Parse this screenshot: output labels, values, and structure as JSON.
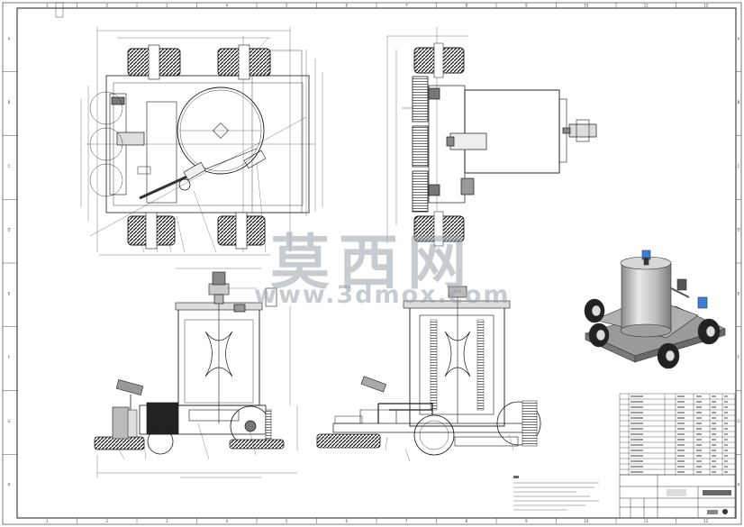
{
  "watermark": {
    "text_cn": "莫西网",
    "url": "www.3dmox.com"
  },
  "drawing": {
    "line_color": "#1a1a1a",
    "dim_color": "#555555",
    "accent_blue": "#3a7fd0",
    "body_gray": "#c8c8c8"
  },
  "border_numbers": [
    "1",
    "2",
    "3",
    "4",
    "5",
    "6",
    "7",
    "8",
    "9",
    "10",
    "11",
    "12"
  ],
  "border_letters": [
    "A",
    "B",
    "C",
    "D",
    "E",
    "F",
    "G",
    "H"
  ]
}
